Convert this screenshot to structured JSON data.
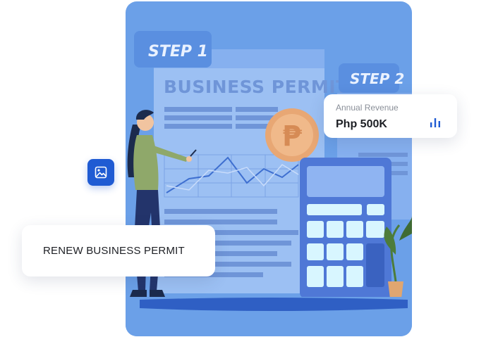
{
  "illustration": {
    "step1_label": "STEP 1",
    "step2_label": "STEP 2",
    "document_title": "BUSINESS PERMIT",
    "coin_symbol": "₱"
  },
  "revenue_card": {
    "label": "Annual Revenue",
    "value": "Php 500K",
    "icon": "bar-chart-icon"
  },
  "renew_card": {
    "label": "RENEW BUSINESS PERMIT"
  },
  "image_badge": {
    "icon": "image-icon"
  },
  "colors": {
    "panel_bg": "#6ba0e8",
    "accent_blue": "#1f5bd3",
    "coin": "#e8a774",
    "calculator": "#4f78d6"
  }
}
